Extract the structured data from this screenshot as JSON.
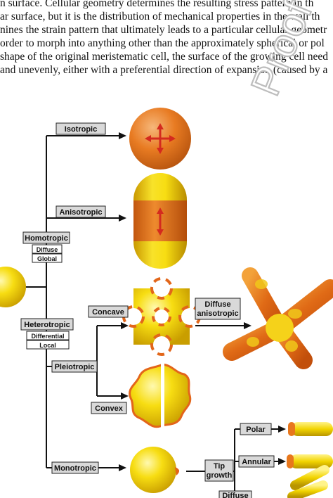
{
  "text_lines": [
    "n surface. Cellular geometry determines the resulting stress pattern in th",
    "ar surface, but it is the distribution of mechanical properties in the wall th",
    "nines the strain pattern that ultimately leads to a particular cellular geometr",
    "order to morph into anything other than the approximately spherical or pol",
    "shape of the original meristematic cell, the surface of the growing cell need",
    "and unevenly, either with a preferential direction of expansion (caused by a"
  ],
  "watermark": "Proof",
  "labels": {
    "isotropic": "Isotropic",
    "anisotropic": "Anisotropic",
    "homotropic": "Homotropic",
    "diffuse": "Diffuse",
    "global": "Global",
    "heterotropic": "Heterotropic",
    "differential": "Differential",
    "local": "Local",
    "concave": "Concave",
    "diffuse_aniso_1": "Diffuse",
    "diffuse_aniso_2": "anisotropic",
    "pleiotropic": "Pleiotropic",
    "convex": "Convex",
    "monotropic": "Monotropic",
    "polar": "Polar",
    "annular": "Annular",
    "tip_1": "Tip",
    "tip_2": "growth",
    "diffuse_bottom": "Diffuse"
  },
  "colors": {
    "yellow": "#f5d800",
    "orange": "#e8771c",
    "red_arrow": "#d42a1e",
    "label_fill": "#d9d9d9"
  }
}
